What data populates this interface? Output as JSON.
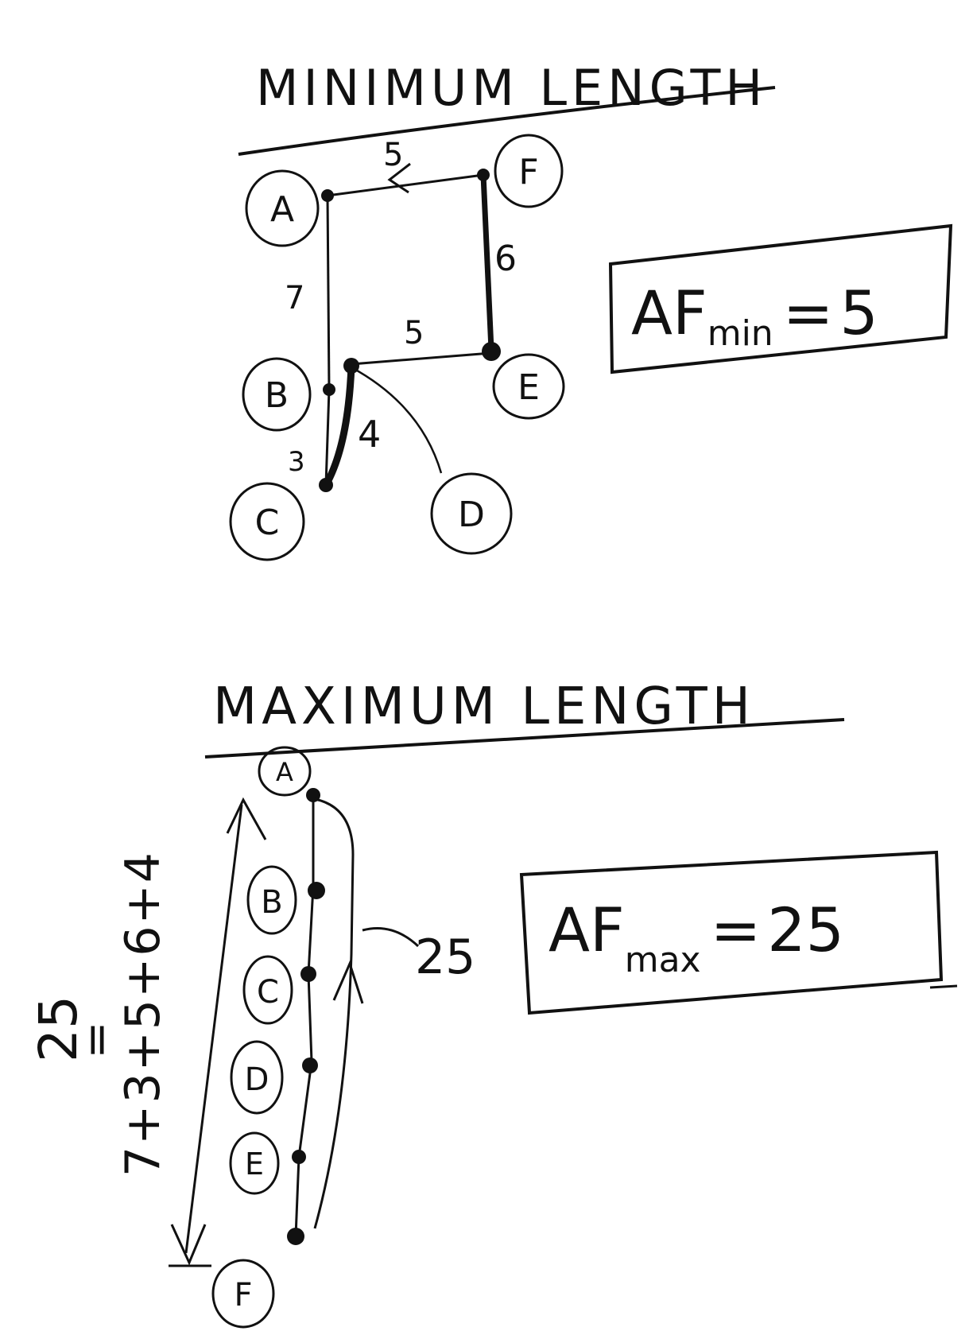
{
  "colors": {
    "ink": "#111111",
    "paper": "#ffffff"
  },
  "minimum": {
    "heading": "MINIMUM LENGTH",
    "nodes": {
      "A": "A",
      "B": "B",
      "C": "C",
      "D": "D",
      "E": "E",
      "F": "F"
    },
    "edges": {
      "FA": "5",
      "AB": "7",
      "BC": "3",
      "CB_bold": "4",
      "BE": "5",
      "EF": "6"
    },
    "result": {
      "prefix": "AF",
      "sub": "min",
      "eq": "=",
      "value": "5"
    }
  },
  "maximum": {
    "heading": "MAXIMUM LENGTH",
    "nodes": {
      "A": "A",
      "B": "B",
      "C": "C",
      "D": "D",
      "E": "E",
      "F": "F"
    },
    "total_label": "25",
    "sum_total": "25",
    "sum_eq": "=",
    "sum_terms": "7+3+5+6+4",
    "result": {
      "prefix": "AF",
      "sub": "max",
      "eq": "=",
      "value": "25"
    }
  }
}
